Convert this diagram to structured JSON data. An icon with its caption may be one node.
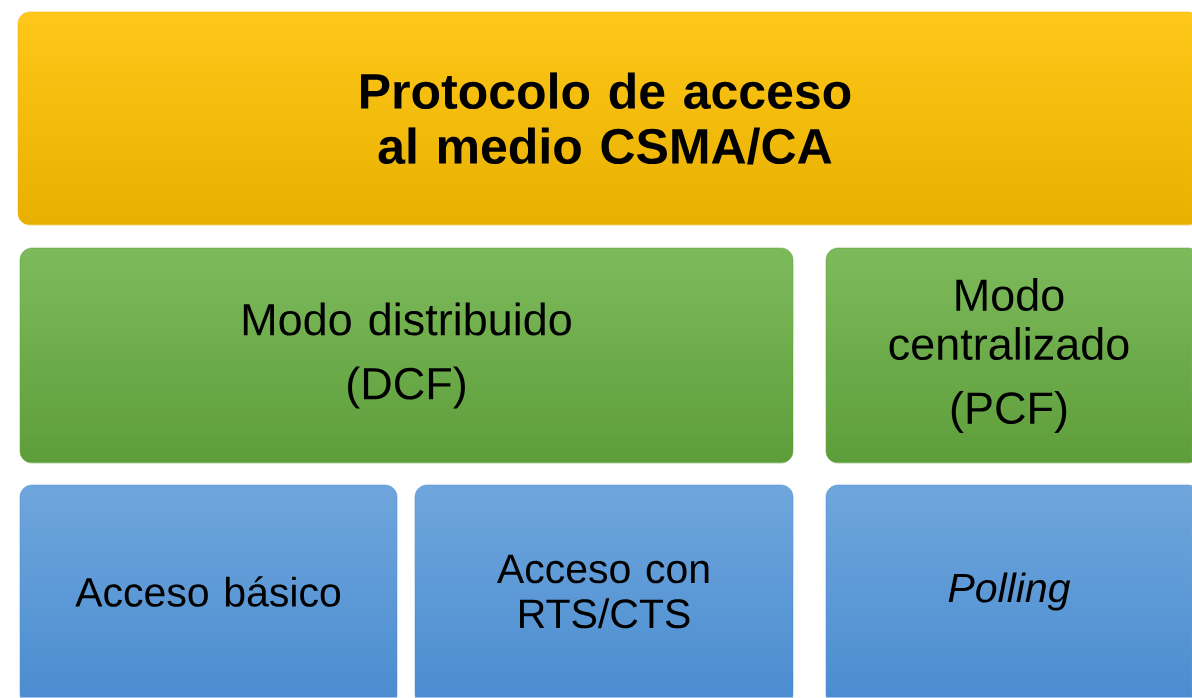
{
  "diagram": {
    "nodes": [
      {
        "text": [
          "Protocolo de acceso al medio CSMA/CA"
        ]
      },
      {
        "text": [
          "Modo distribuido",
          "(DCF)"
        ]
      },
      {
        "text": [
          "Modo centralizado",
          "(PCF)"
        ]
      },
      {
        "text": [
          "Acceso básico"
        ]
      },
      {
        "text": [
          "Acceso con RTS/CTS"
        ]
      },
      {
        "text": [
          "Polling"
        ]
      }
    ]
  }
}
